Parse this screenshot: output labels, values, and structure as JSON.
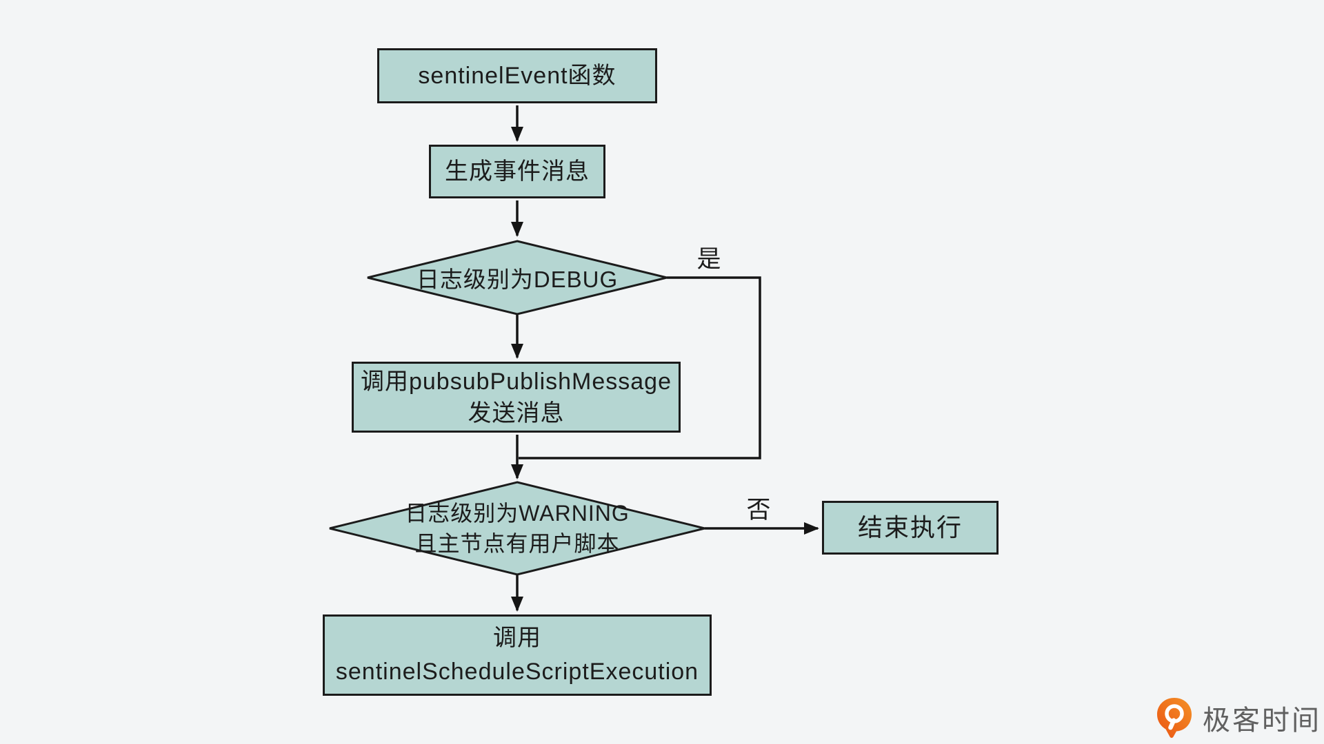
{
  "diagram": {
    "description": "sentinelEvent function flowchart",
    "nodes": {
      "start": {
        "label": "sentinelEvent函数"
      },
      "generate": {
        "label": "生成事件消息"
      },
      "debug_check": {
        "label": "日志级别为DEBUG"
      },
      "publish": {
        "line1": "调用pubsubPublishMessage",
        "line2": "发送消息"
      },
      "warning_check": {
        "line1": "日志级别为WARNING",
        "line2": "且主节点有用户脚本"
      },
      "end": {
        "label": "结束执行"
      },
      "schedule": {
        "line1": "调用",
        "line2": "sentinelScheduleScriptExecution"
      }
    },
    "edge_labels": {
      "yes": "是",
      "no": "否"
    },
    "colors": {
      "background": "#f3f5f6",
      "node_fill": "#b5d6d2",
      "node_border": "#1b1b1b",
      "line": "#151515",
      "text": "#1c1c1c"
    }
  },
  "watermark": {
    "brand": "极客时间",
    "colors": {
      "icon_orange": "#f49126",
      "icon_deep_orange": "#ea5413",
      "text": "#606060"
    }
  }
}
